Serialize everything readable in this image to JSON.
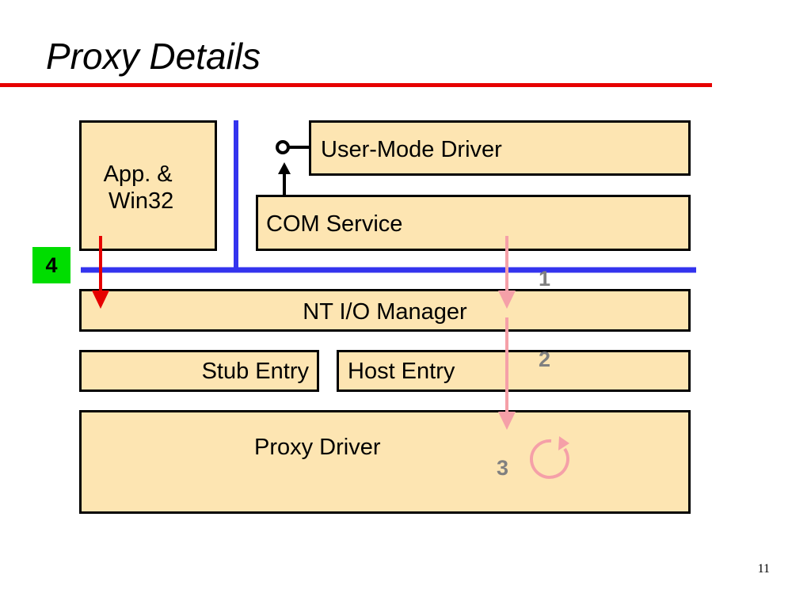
{
  "slide": {
    "title": "Proxy Details",
    "page_number": "11"
  },
  "boxes": {
    "app": "App. &\n Win32",
    "user_mode_driver": "User-Mode Driver",
    "com_service": "COM Service",
    "nt_io_manager": "NT I/O Manager",
    "stub_entry": "Stub Entry",
    "host_entry": "Host Entry",
    "proxy_driver": "Proxy Driver"
  },
  "badge_label": "4",
  "steps": [
    "1",
    "2",
    "3"
  ],
  "colors": {
    "box_fill": "#FDE5B2",
    "box_border": "#000000",
    "title_rule": "#E60000",
    "mode_boundary": "#3333EE",
    "app_arrow": "#E60000",
    "flow_arrow": "#F5A0A8",
    "step_text": "#808080",
    "badge_fill": "#00DD00"
  }
}
